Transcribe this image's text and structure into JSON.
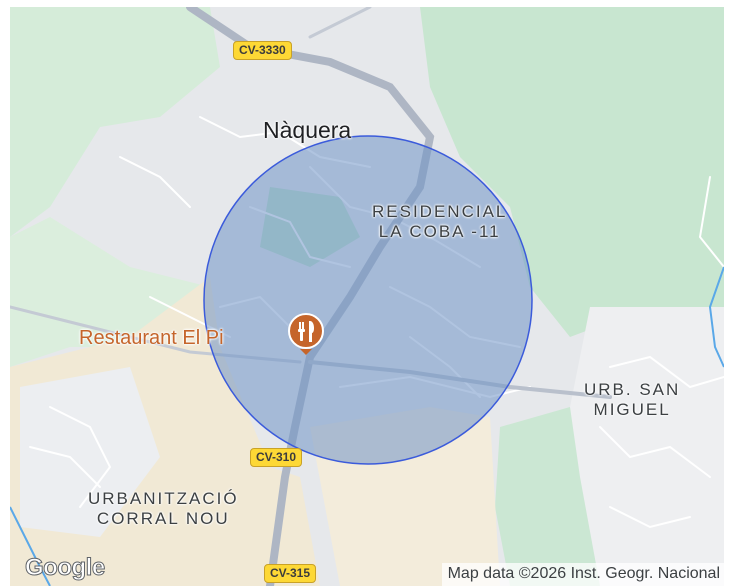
{
  "map": {
    "town_label": "Nàquera",
    "area_labels": {
      "residencial": "RESIDENCIAL\nLA COBA -11",
      "urb_san_miguel": "URB. SAN\nMIGUEL",
      "urbanitzacio": "URBANITZACIÓ\nCORRAL NOU"
    },
    "poi": {
      "name": "Restaurant El Pi",
      "icon": "restaurant-fork-knife-icon",
      "color": "#c5652b"
    },
    "road_shields": {
      "cv3330": "CV-3330",
      "cv310": "CV-310",
      "cv315": "CV-315"
    },
    "radius_overlay": {
      "fill": "#6f93c7",
      "stroke": "#3b5bdb"
    },
    "colors": {
      "land": "#e6e8eb",
      "forest": "#c8e6d0",
      "sand": "#f2ead8",
      "road": "#b0b8c6"
    }
  },
  "footer": {
    "logo": "Google",
    "attribution": "Map data ©2026 Inst. Geogr. Nacional"
  }
}
